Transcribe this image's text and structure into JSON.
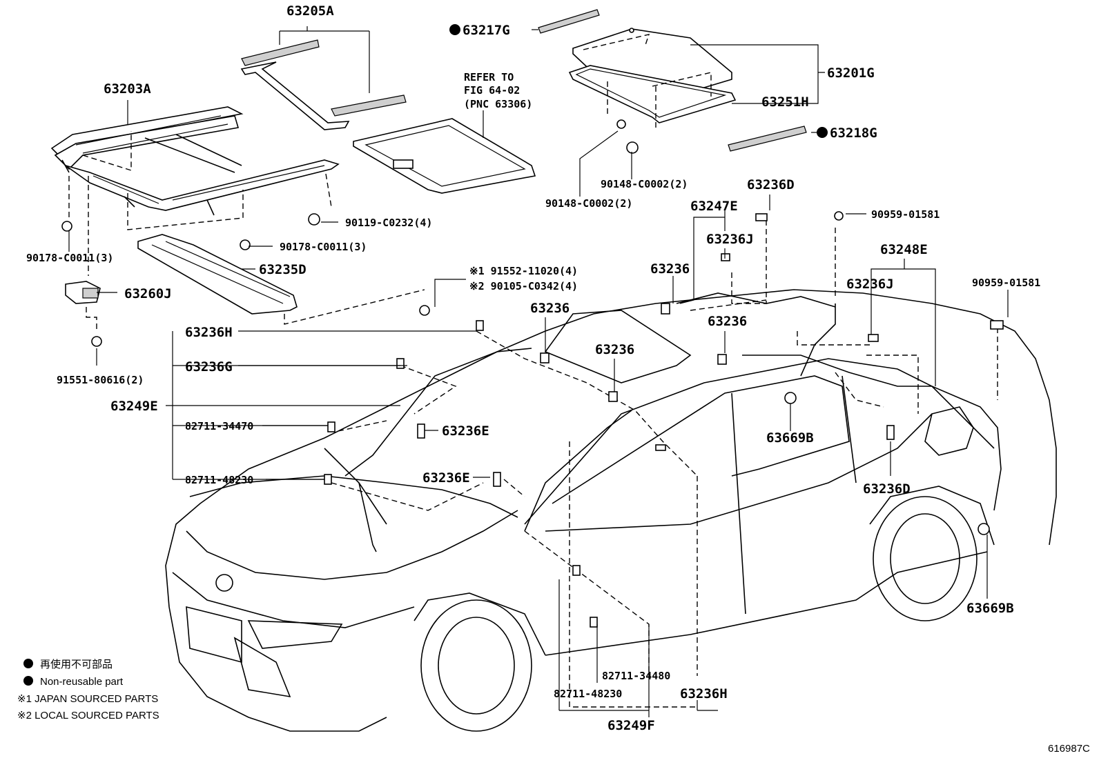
{
  "labels": {
    "p63205A": "63205A",
    "p63203A": "63203A",
    "p63217G": "63217G",
    "p63201G": "63201G",
    "p63251H": "63251H",
    "p63218G": "63218G",
    "refer1": "REFER TO",
    "refer2": "FIG 64-02",
    "refer3": "(PNC 63306)",
    "p90148a": "90148-C0002(2)",
    "p90148b": "90148-C0002(2)",
    "p90119": "90119-C0232(4)",
    "p90178a": "90178-C0011(3)",
    "p90178b": "90178-C0011(3)",
    "p63235D": "63235D",
    "p63260J": "63260J",
    "p91551": "91551-80616(2)",
    "note1": "※1 91552-11020(4)",
    "note2": "※2 90105-C0342(4)",
    "p63236D_top": "63236D",
    "p63247E": "63247E",
    "p63236J_a": "63236J",
    "p90959_a": "90959-01581",
    "p63248E": "63248E",
    "p63236J_b": "63236J",
    "p90959_b": "90959-01581",
    "p63236_a": "63236",
    "p63236_b": "63236",
    "p63236_c": "63236",
    "p63236_d": "63236",
    "p63236H_a": "63236H",
    "p63236G": "63236G",
    "p63249E": "63249E",
    "p82711_34470a": "82711-34470",
    "p82711_48230a": "82711-48230",
    "p63236E_a": "63236E",
    "p63236E_b": "63236E",
    "p63669B_a": "63669B",
    "p63669B_b": "63669B",
    "p63236D_b": "63236D",
    "p82711_34480": "82711-34480",
    "p82711_48230b": "82711-48230",
    "p63236H_b": "63236H",
    "p63249F": "63249F"
  },
  "legend": {
    "jp": "再使用不可部品",
    "en": "Non-reusable part",
    "note1": "※1 JAPAN SOURCED PARTS",
    "note2": "※2 LOCAL SOURCED PARTS"
  },
  "figure_id": "616987C"
}
